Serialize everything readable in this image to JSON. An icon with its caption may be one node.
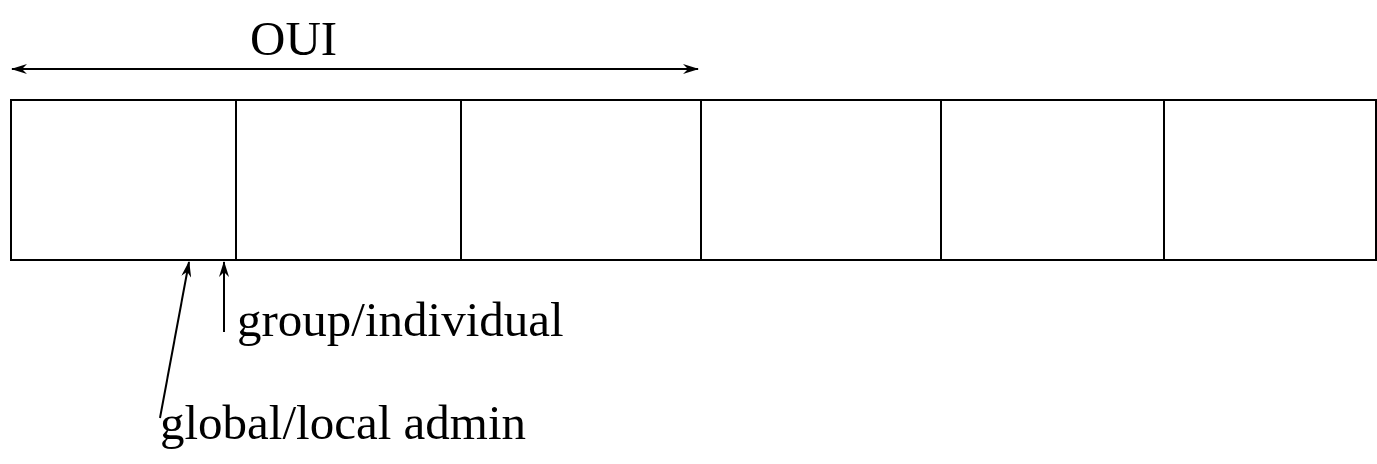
{
  "diagram": {
    "nodes": [
      {
        "text": [],
        "shape": "box"
      },
      {
        "text": [],
        "shape": "box"
      },
      {
        "text": [],
        "shape": "box"
      },
      {
        "text": [],
        "shape": "box"
      },
      {
        "text": [],
        "shape": "box"
      },
      {
        "text": [],
        "shape": "box"
      },
      {
        "text": [
          "group/individual"
        ]
      },
      {
        "text": [
          "global/local admin"
        ]
      }
    ],
    "edges": [
      {
        "from": 6,
        "to": 0,
        "arrow": "to"
      },
      {
        "from": 7,
        "to": 0,
        "arrow": "to"
      }
    ],
    "labels": [
      "OUI"
    ]
  }
}
